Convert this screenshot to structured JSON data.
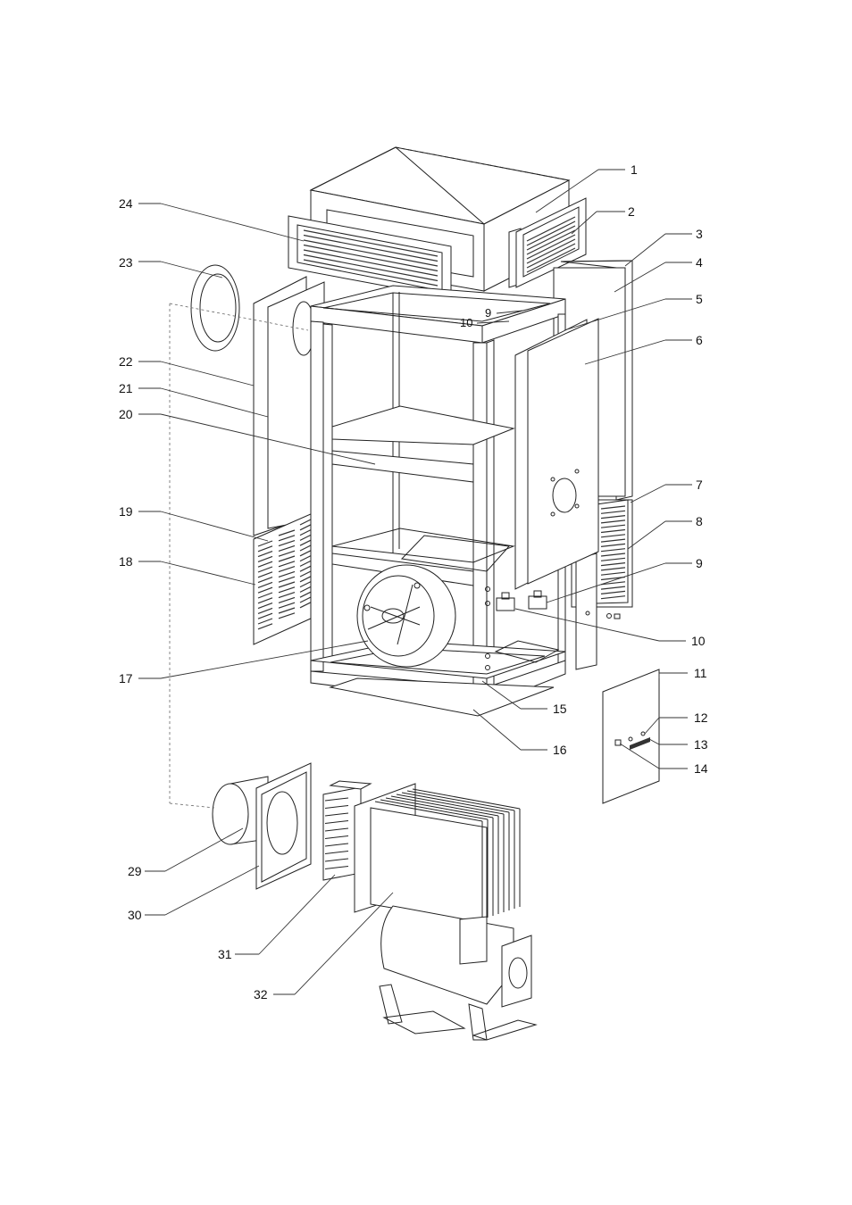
{
  "diagram": {
    "colors": {
      "line": "#222222",
      "background": "#ffffff",
      "text": "#111111"
    },
    "callouts": [
      {
        "id": "c1",
        "label": "1"
      },
      {
        "id": "c2",
        "label": "2"
      },
      {
        "id": "c3",
        "label": "3"
      },
      {
        "id": "c4",
        "label": "4"
      },
      {
        "id": "c5",
        "label": "5"
      },
      {
        "id": "c6",
        "label": "6"
      },
      {
        "id": "c7",
        "label": "7"
      },
      {
        "id": "c8",
        "label": "8"
      },
      {
        "id": "c9",
        "label": "9"
      },
      {
        "id": "c10",
        "label": "10"
      },
      {
        "id": "c11",
        "label": "11"
      },
      {
        "id": "c12",
        "label": "12"
      },
      {
        "id": "c13",
        "label": "13"
      },
      {
        "id": "c14",
        "label": "14"
      },
      {
        "id": "c15",
        "label": "15"
      },
      {
        "id": "c16",
        "label": "16"
      },
      {
        "id": "c17",
        "label": "17"
      },
      {
        "id": "c18",
        "label": "18"
      },
      {
        "id": "c19",
        "label": "19"
      },
      {
        "id": "c20",
        "label": "20"
      },
      {
        "id": "c21",
        "label": "21"
      },
      {
        "id": "c22",
        "label": "22"
      },
      {
        "id": "c23",
        "label": "23"
      },
      {
        "id": "c24",
        "label": "24"
      },
      {
        "id": "c9top",
        "label": "9"
      },
      {
        "id": "c10top",
        "label": "10"
      },
      {
        "id": "c29",
        "label": "29"
      },
      {
        "id": "c30",
        "label": "30"
      },
      {
        "id": "c31",
        "label": "31"
      },
      {
        "id": "c32",
        "label": "32"
      }
    ]
  }
}
